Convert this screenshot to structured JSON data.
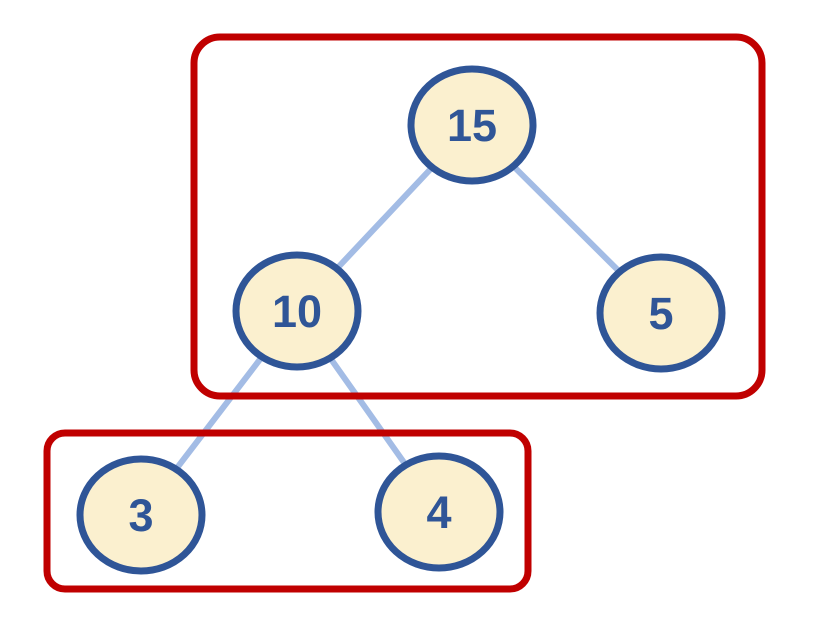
{
  "diagram": {
    "type": "binary-tree",
    "description": "Binary tree with two red group outlines: one around nodes 15, 10, 5 and one around nodes 3, 4",
    "nodes": [
      {
        "id": "15",
        "label": "15",
        "role": "root"
      },
      {
        "id": "10",
        "label": "10",
        "role": "left-child-of-15"
      },
      {
        "id": "5",
        "label": "5",
        "role": "right-child-of-15"
      },
      {
        "id": "3",
        "label": "3",
        "role": "left-child-of-10"
      },
      {
        "id": "4",
        "label": "4",
        "role": "right-child-of-10"
      }
    ],
    "edges": [
      {
        "from": "15",
        "to": "10"
      },
      {
        "from": "15",
        "to": "5"
      },
      {
        "from": "10",
        "to": "3"
      },
      {
        "from": "10",
        "to": "4"
      }
    ],
    "groups": [
      {
        "id": "group-top",
        "members": [
          "15",
          "10",
          "5"
        ]
      },
      {
        "id": "group-bottom",
        "members": [
          "3",
          "4"
        ]
      }
    ],
    "colors": {
      "background": "#FFFFFF",
      "node_fill": "#FBF0CF",
      "node_border": "#2F5597",
      "label_text": "#2F5597",
      "edge": "#A3BCE5",
      "group_outline": "#C00000"
    }
  }
}
